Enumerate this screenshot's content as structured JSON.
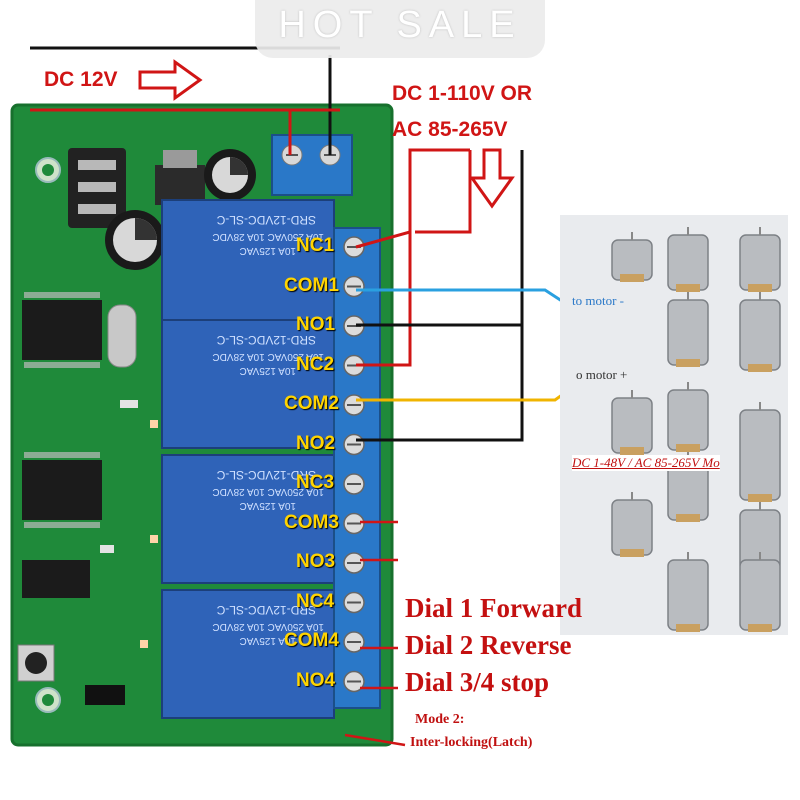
{
  "banner": {
    "text": "HOT SALE"
  },
  "power": {
    "dc_input_label": "DC 12V",
    "load_supply_line1": "DC 1-110V OR",
    "load_supply_line2": "AC 85-265V"
  },
  "terminals": [
    "NC1",
    "COM1",
    "NO1",
    "NC2",
    "COM2",
    "NO2",
    "NC3",
    "COM3",
    "NO3",
    "NC4",
    "COM4",
    "NO4"
  ],
  "motor_wires": {
    "negative": "to motor -",
    "positive": "o motor +"
  },
  "motor_spec": "DC 1-48V / AC 85-265V Mo",
  "dial_modes": [
    "Dial 1 Forward",
    "Dial 2 Reverse",
    "Dial 3/4 stop"
  ],
  "mode_note": {
    "line1": "Mode 2:",
    "line2": "Inter-locking(Latch)"
  },
  "relay_marking": {
    "model": "SRD-12VDC-SL-C",
    "rating1": "10A 250VAC  10A 28VDC",
    "rating2": "10A 125VAC"
  },
  "colors": {
    "pcb": "#1f8a3a",
    "relay": "#2f63b8",
    "terminal_block": "#2a78c8",
    "wire_red": "#d01515",
    "wire_blue": "#2aa0e0",
    "wire_yellow": "#f0b400",
    "wire_black": "#111111",
    "label_yellow": "#ffd400"
  }
}
